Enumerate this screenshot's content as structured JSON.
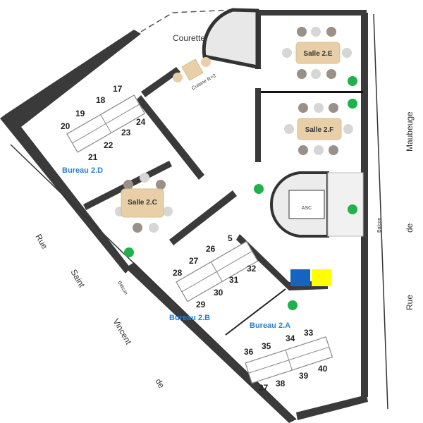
{
  "streets": {
    "saint_vincent": [
      "Rue",
      "Saint",
      "Vincent",
      "de"
    ],
    "maubeuge": [
      "Maubeuge",
      "de",
      "Rue"
    ]
  },
  "balcony_labels": [
    "Balcon",
    "Balcon"
  ],
  "rooms": {
    "courette": "Courette",
    "cuisine": "Cuisine R+2",
    "salle_e": "Salle 2.E",
    "salle_f": "Salle 2.F",
    "salle_c": "Salle 2.C",
    "asc": "ASC",
    "bureau_d": "Bureau 2.D",
    "bureau_b": "Bureau 2.B",
    "bureau_a": "Bureau 2.A"
  },
  "seats": {
    "d": [
      "17",
      "18",
      "19",
      "20",
      "21",
      "22",
      "23",
      "24"
    ],
    "b": [
      "26",
      "5",
      "27",
      "28",
      "29",
      "30",
      "31",
      "32"
    ],
    "a": [
      "33",
      "34",
      "35",
      "36",
      "37",
      "38",
      "39",
      "40"
    ]
  },
  "colors": {
    "accent_blue": "#1565c0",
    "accent_yellow": "#ffff00",
    "plant": "#1fb24a",
    "label_blue": "#2a7fd0"
  }
}
